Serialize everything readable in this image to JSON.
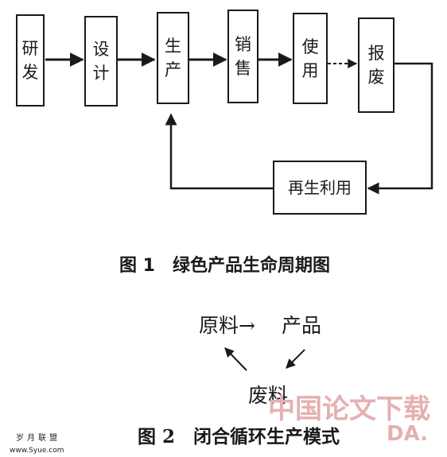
{
  "figure1": {
    "stages": [
      {
        "c1": "研",
        "c2": "发"
      },
      {
        "c1": "设",
        "c2": "计"
      },
      {
        "c1": "生",
        "c2": "产"
      },
      {
        "c1": "销",
        "c2": "售"
      },
      {
        "c1": "使",
        "c2": "用"
      },
      {
        "c1": "报",
        "c2": "废"
      }
    ],
    "recycle_label": "再生利用",
    "caption": "图 1　绿色产品生命周期图"
  },
  "figure2": {
    "raw": "原料",
    "product": "产品",
    "waste": "废料",
    "arrow_glyph": "→",
    "caption": "图 2　闭合循环生产模式"
  },
  "watermark": {
    "main": "中国论文下载",
    "sub": "DA.",
    "site_name": "岁月联盟",
    "site_url": "www.Syue.com"
  }
}
